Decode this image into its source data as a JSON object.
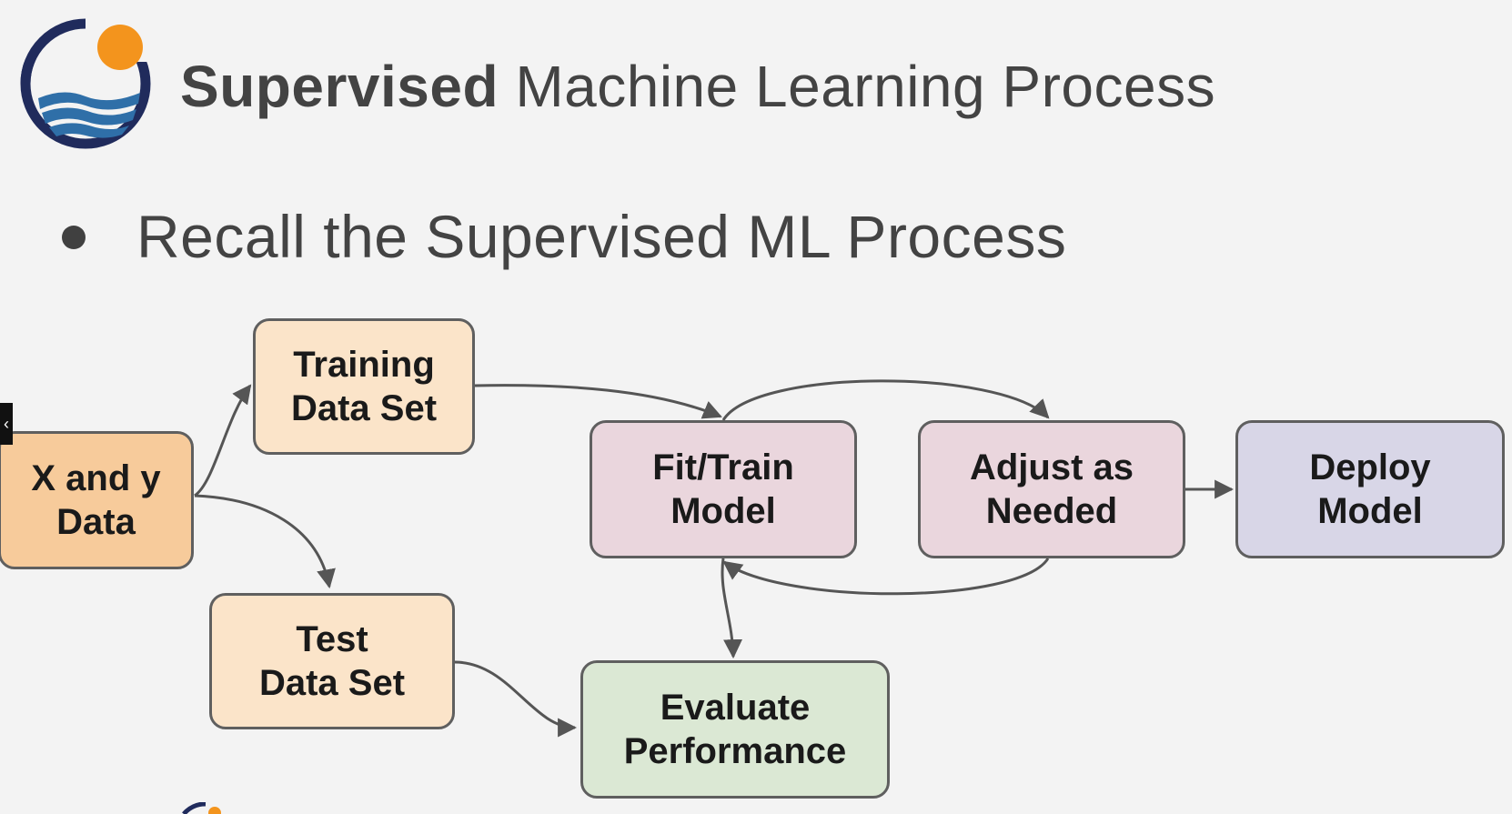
{
  "header": {
    "title_bold": "Supervised",
    "title_rest": " Machine Learning Process"
  },
  "bullet": {
    "text": "Recall the Supervised ML Process"
  },
  "logo": {
    "icon": "sun-over-waves-icon",
    "colors": {
      "ring": "#202b5c",
      "sun": "#f3941d",
      "wave": "#2f6fa8"
    }
  },
  "diagram": {
    "nodes": [
      {
        "id": "xy",
        "label": "X and y\nData",
        "fill": "#f7cb9b"
      },
      {
        "id": "train",
        "label": "Training\nData Set",
        "fill": "#fbe4c9"
      },
      {
        "id": "test",
        "label": "Test\nData Set",
        "fill": "#fbe4c9"
      },
      {
        "id": "fit",
        "label": "Fit/Train\nModel",
        "fill": "#ead6dd"
      },
      {
        "id": "adjust",
        "label": "Adjust as\nNeeded",
        "fill": "#ead6dd"
      },
      {
        "id": "deploy",
        "label": "Deploy\nModel",
        "fill": "#d8d6e7"
      },
      {
        "id": "evaluate",
        "label": "Evaluate\nPerformance",
        "fill": "#dbe8d4"
      }
    ],
    "edges": [
      {
        "from": "xy",
        "to": "train"
      },
      {
        "from": "xy",
        "to": "test"
      },
      {
        "from": "train",
        "to": "fit"
      },
      {
        "from": "fit",
        "to": "adjust"
      },
      {
        "from": "adjust",
        "to": "fit"
      },
      {
        "from": "adjust",
        "to": "deploy"
      },
      {
        "from": "fit",
        "to": "evaluate"
      },
      {
        "from": "test",
        "to": "evaluate"
      }
    ],
    "edge_color": "#555555",
    "border_color": "#5f5f5f"
  },
  "side_tab": {
    "icon": "chevron-left-icon",
    "glyph": "‹"
  }
}
